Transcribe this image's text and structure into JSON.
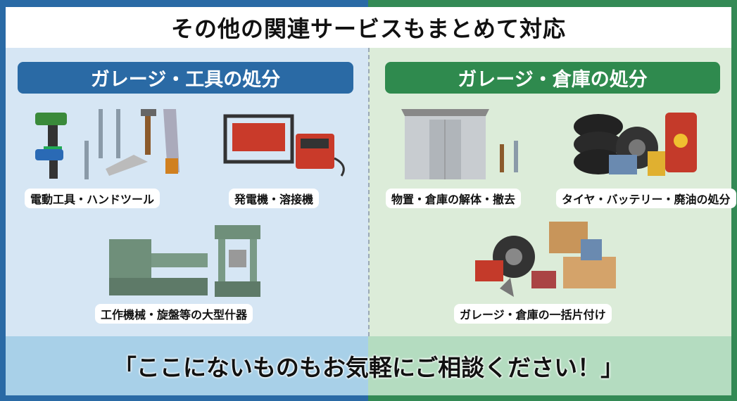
{
  "header": {
    "title": "その他の関連サービスもまとめて対応"
  },
  "left": {
    "title": "ガレージ・工具の処分",
    "items": [
      {
        "label": "電動工具・ハンドツール",
        "icon": "power-tools-icon"
      },
      {
        "label": "発電機・溶接機",
        "icon": "generator-welder-icon"
      },
      {
        "label": "工作機械・旋盤等の大型什器",
        "icon": "lathe-press-icon"
      }
    ]
  },
  "right": {
    "title": "ガレージ・倉庫の処分",
    "items": [
      {
        "label": "物置・倉庫の解体・撤去",
        "icon": "storage-shed-icon"
      },
      {
        "label": "タイヤ・バッテリー・廃油の処分",
        "icon": "tires-battery-oil-icon"
      },
      {
        "label": "ガレージ・倉庫の一括片付け",
        "icon": "junk-pile-icon"
      }
    ]
  },
  "footer": {
    "message": "「ここにないものもお気軽にご相談ください！」"
  },
  "colors": {
    "blue": "#2a6aa5",
    "green": "#338a55"
  }
}
